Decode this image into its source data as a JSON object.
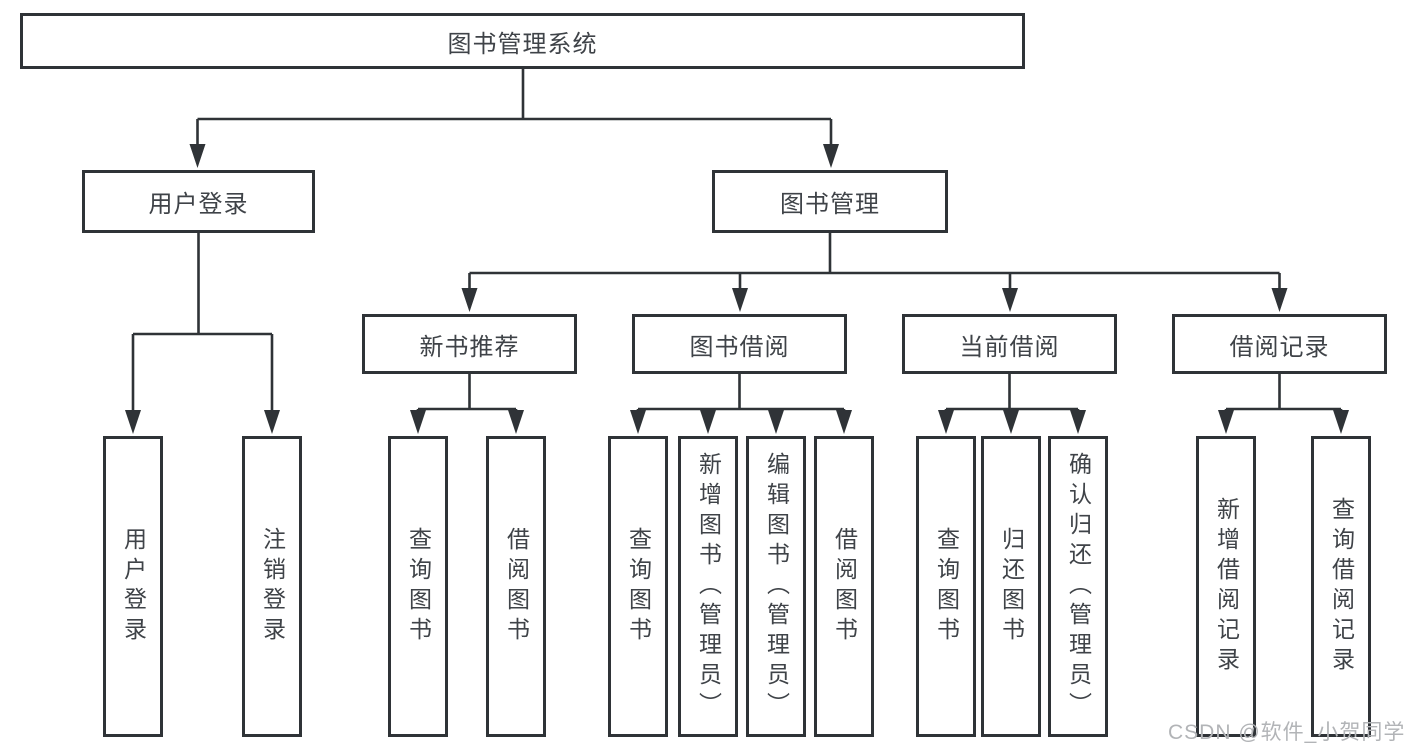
{
  "tree": {
    "root": "图书管理系统",
    "login_branch": {
      "label": "用户登录",
      "children": [
        "用户登录",
        "注销登录"
      ]
    },
    "manage_branch": {
      "label": "图书管理",
      "sections": [
        {
          "label": "新书推荐",
          "children": [
            "查询图书",
            "借阅图书"
          ]
        },
        {
          "label": "图书借阅",
          "children": [
            "查询图书",
            "新增图书（管理员）",
            "编辑图书（管理员）",
            "借阅图书"
          ]
        },
        {
          "label": "当前借阅",
          "children": [
            "查询图书",
            "归还图书",
            "确认归还（管理员）"
          ]
        },
        {
          "label": "借阅记录",
          "children": [
            "新增借阅记录",
            "查询借阅记录"
          ]
        }
      ]
    }
  },
  "watermark": "CSDN @软件_小贺同学",
  "colors": {
    "line": "#2f3337",
    "text": "#3f4348",
    "watermark": "#b2b4b7"
  }
}
